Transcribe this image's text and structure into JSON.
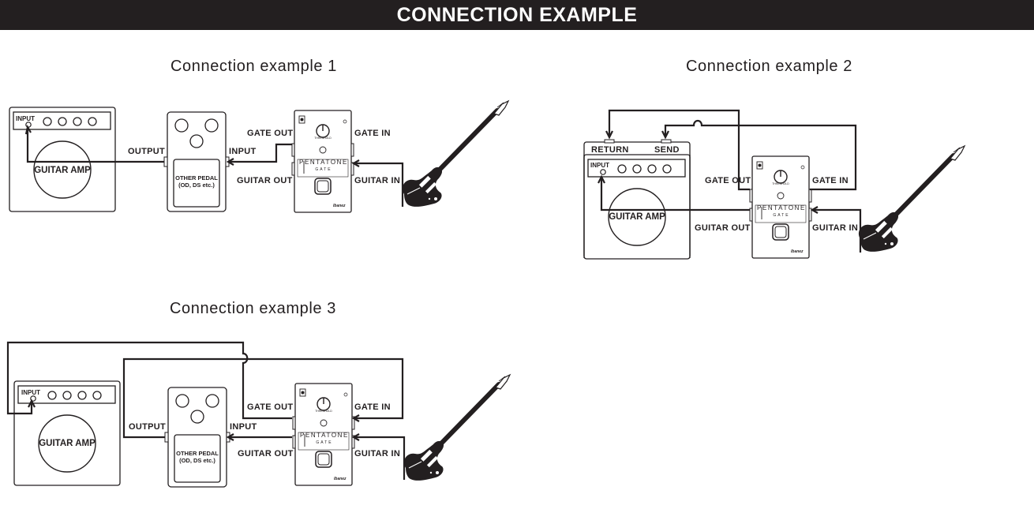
{
  "header": {
    "title": "CONNECTION EXAMPLE"
  },
  "examples": [
    {
      "title": "Connection example 1",
      "amp": {
        "label": "GUITAR AMP",
        "input_label": "INPUT"
      },
      "other_pedal": {
        "label_line1": "OTHER PEDAL",
        "label_line2": "(OD, DS etc.)"
      },
      "labels": {
        "output": "OUTPUT",
        "input": "INPUT",
        "gate_out": "GATE OUT",
        "gate_in": "GATE IN",
        "guitar_out": "GUITAR OUT",
        "guitar_in": "GUITAR IN"
      }
    },
    {
      "title": "Connection example 2",
      "amp": {
        "label": "GUITAR AMP",
        "input_label": "INPUT",
        "return_label": "RETURN",
        "send_label": "SEND"
      },
      "labels": {
        "gate_out": "GATE OUT",
        "gate_in": "GATE IN",
        "guitar_out": "GUITAR OUT",
        "guitar_in": "GUITAR IN"
      }
    },
    {
      "title": "Connection example 3",
      "amp": {
        "label": "GUITAR AMP",
        "input_label": "INPUT"
      },
      "other_pedal": {
        "label_line1": "OTHER PEDAL",
        "label_line2": "(OD, DS etc.)"
      },
      "labels": {
        "output": "OUTPUT",
        "input": "INPUT",
        "gate_out": "GATE OUT",
        "gate_in": "GATE IN",
        "guitar_out": "GUITAR OUT",
        "guitar_in": "GUITAR IN"
      }
    }
  ],
  "gate_pedal": {
    "brand": "PENTATONE",
    "model": "GATE",
    "knob_label": "THRESHOLD",
    "logo": "Ibanez"
  }
}
